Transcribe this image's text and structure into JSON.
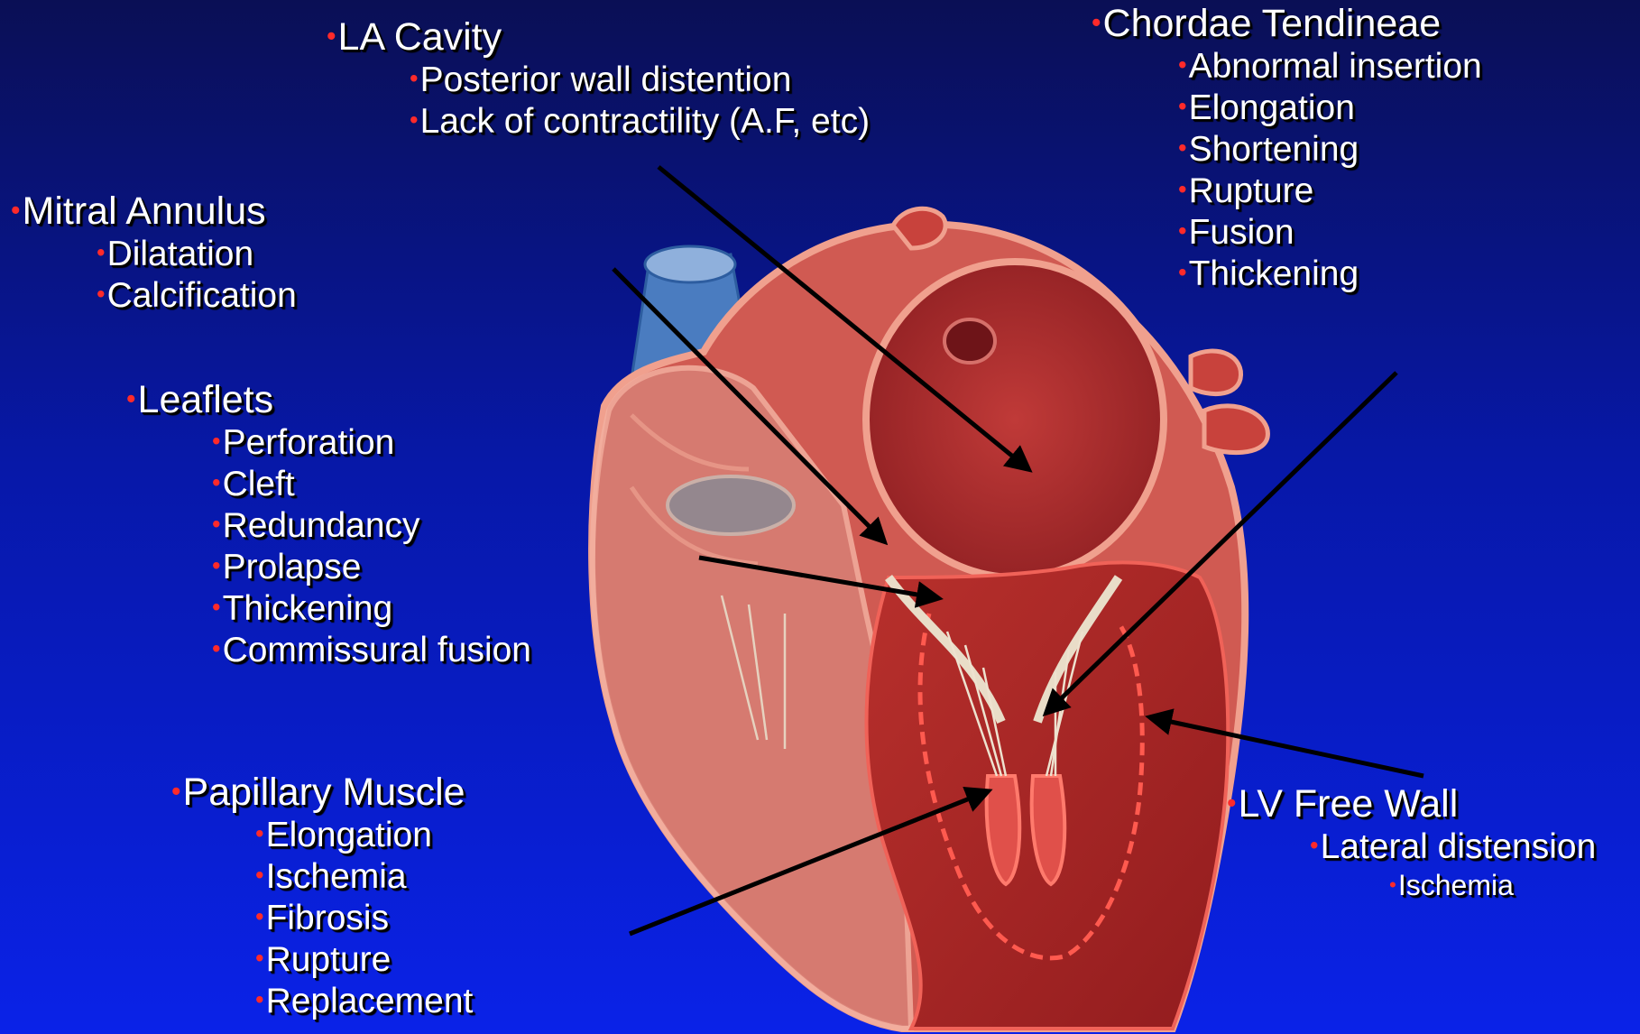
{
  "labels": {
    "la_cavity": {
      "title": "LA Cavity",
      "items": [
        "Posterior wall distention",
        "Lack of contractility (A.F, etc)"
      ]
    },
    "chordae": {
      "title": "Chordae Tendineae",
      "items": [
        "Abnormal insertion",
        "Elongation",
        "Shortening",
        "Rupture",
        "Fusion",
        "Thickening"
      ]
    },
    "mitral_annulus": {
      "title": "Mitral Annulus",
      "items": [
        "Dilatation",
        "Calcification"
      ]
    },
    "leaflets": {
      "title": "Leaflets",
      "items": [
        "Perforation",
        "Cleft",
        "Redundancy",
        "Prolapse",
        "Thickening",
        "Commissural fusion"
      ]
    },
    "papillary": {
      "title": "Papillary Muscle",
      "items": [
        "Elongation",
        "Ischemia",
        "Fibrosis",
        "Rupture",
        "Replacement"
      ]
    },
    "lv_free_wall": {
      "title": "LV Free Wall",
      "items": [
        "Lateral distension"
      ],
      "subitems": [
        "Ischemia"
      ]
    }
  },
  "colors": {
    "background_top": "#0a0f55",
    "background_bottom": "#0a22e8",
    "bullet": "#ff2a2a",
    "text": "#ffffff",
    "heart": "#c8423c",
    "aorta": "#4a7cc0"
  }
}
